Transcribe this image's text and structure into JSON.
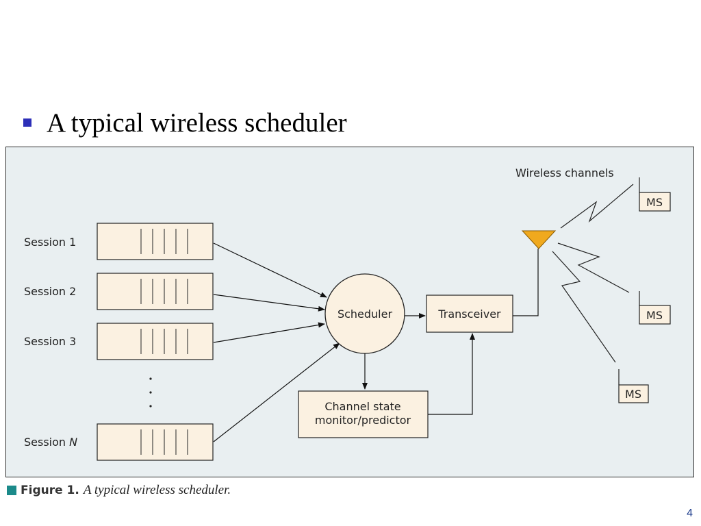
{
  "slide": {
    "title": "A typical wireless scheduler",
    "page_number": "4"
  },
  "diagram": {
    "sessions": [
      {
        "prefix": "Session ",
        "index": "1"
      },
      {
        "prefix": "Session ",
        "index": "2"
      },
      {
        "prefix": "Session ",
        "index": "3"
      },
      {
        "prefix": "Session ",
        "index": "N"
      }
    ],
    "scheduler_label": "Scheduler",
    "transceiver_label": "Transceiver",
    "monitor_line1": "Channel state",
    "monitor_line2": "monitor/predictor",
    "wireless_channels_label": "Wireless channels",
    "ms_labels": [
      "MS",
      "MS",
      "MS"
    ]
  },
  "caption": {
    "label": "Figure 1.",
    "text": "A typical wireless scheduler."
  },
  "colors": {
    "bullet": "#2d2fb8",
    "caption_marker": "#1b8a8a",
    "figure_background": "#e9eff1",
    "node_fill": "#fbf1e1",
    "antenna": "#f0a91e"
  }
}
